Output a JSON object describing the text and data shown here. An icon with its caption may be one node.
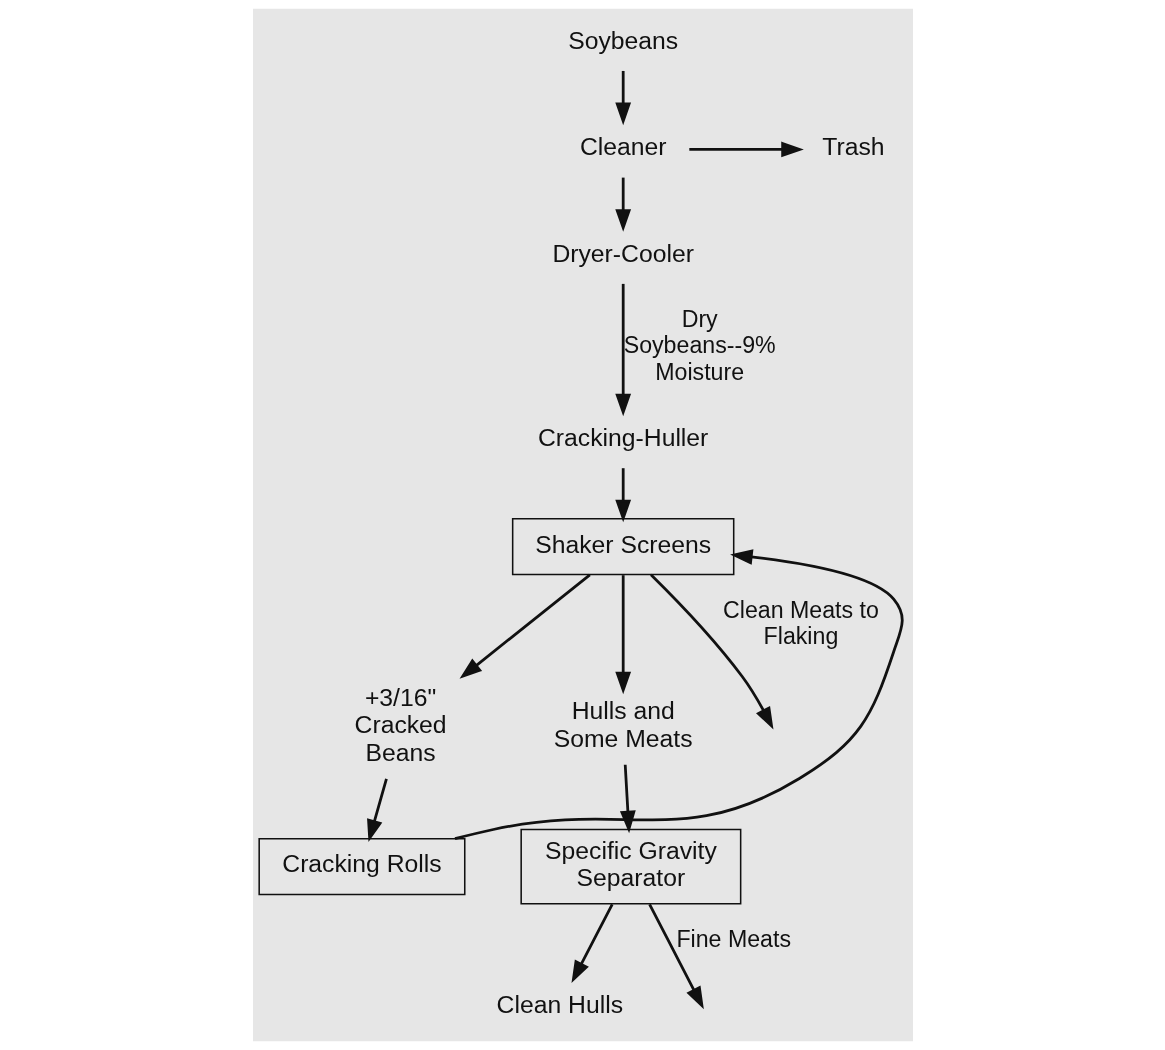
{
  "diagram": {
    "nodes": [
      {
        "text": [
          "Soybeans"
        ]
      },
      {
        "text": [
          "Cleaner"
        ]
      },
      {
        "text": [
          "Trash"
        ]
      },
      {
        "text": [
          "Dryer-Cooler"
        ]
      },
      {
        "text": [
          "Cracking-Huller"
        ]
      },
      {
        "text": [
          "Shaker Screens"
        ]
      },
      {
        "text": [
          "+3/16\" Cracked Beans"
        ]
      },
      {
        "text": [
          "Hulls and Some Meats"
        ]
      },
      {
        "text": [
          "Cracking Rolls"
        ]
      },
      {
        "text": [
          "Specific Gravity Separator"
        ]
      },
      {
        "text": [
          "Clean Hulls"
        ]
      }
    ],
    "edges": [
      {
        "from": 0,
        "to": 1,
        "arrow": "to"
      },
      {
        "from": 1,
        "to": 2,
        "arrow": "to"
      },
      {
        "from": 1,
        "to": 3,
        "arrow": "to"
      },
      {
        "from": 3,
        "to": 4,
        "arrow": "to",
        "label": "Dry Soybeans--9% Moisture"
      },
      {
        "from": 4,
        "to": 5,
        "arrow": "to"
      },
      {
        "from": 5,
        "to": 6,
        "arrow": "to"
      },
      {
        "from": 5,
        "to": 7,
        "arrow": "to"
      },
      {
        "from": 6,
        "to": 8,
        "arrow": "to"
      },
      {
        "from": 8,
        "to": 5,
        "arrow": "to"
      },
      {
        "from": 7,
        "to": 9,
        "arrow": "to"
      },
      {
        "from": 9,
        "to": 10,
        "arrow": "to"
      },
      {
        "from": 5,
        "to": null,
        "arrow": "to",
        "label": "Clean Meats to Flaking"
      },
      {
        "from": 9,
        "to": null,
        "arrow": "to",
        "label": "Fine Meats"
      }
    ]
  }
}
